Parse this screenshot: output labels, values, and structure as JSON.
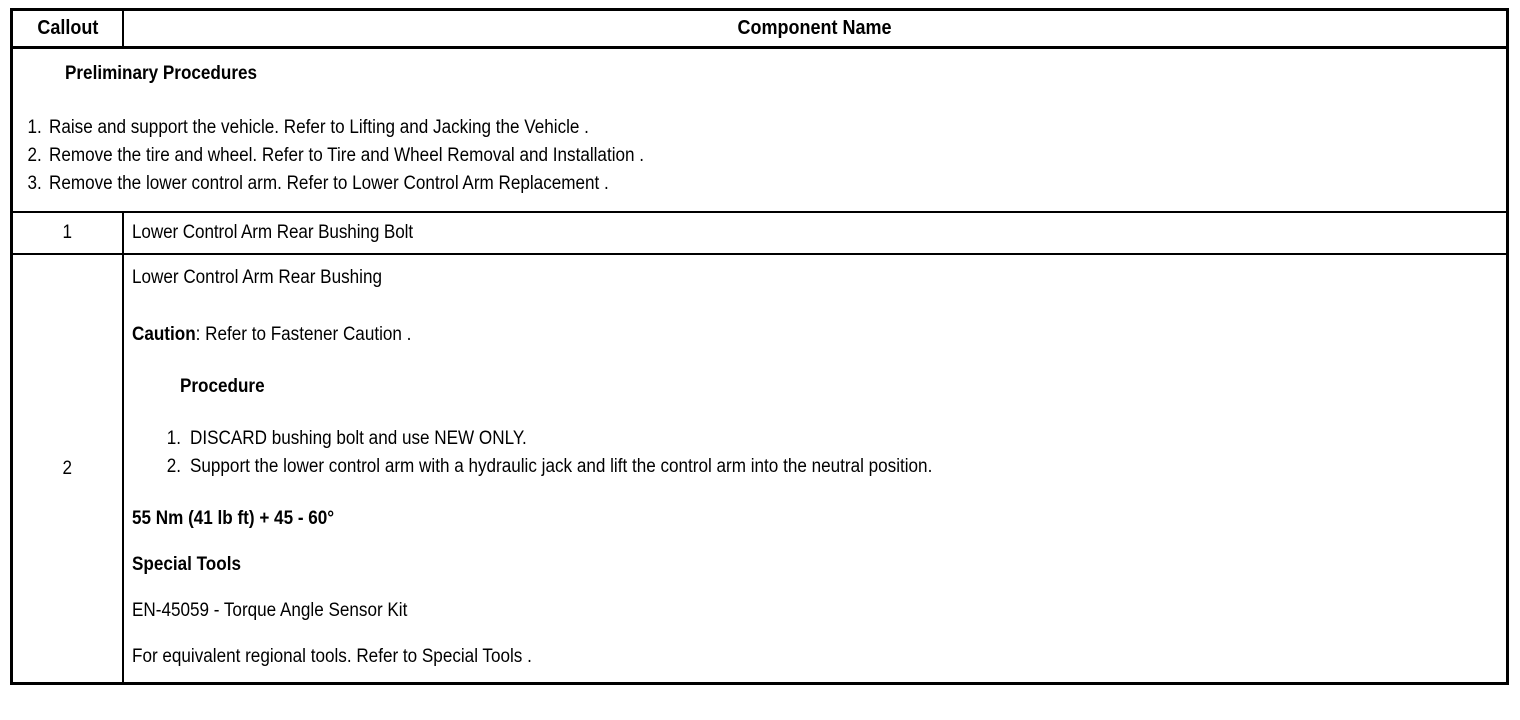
{
  "document": {
    "type": "service-manual-component-table",
    "table": {
      "columns": [
        "Callout",
        "Component Name"
      ],
      "header": {
        "callout_label": "Callout",
        "component_label": "Component Name"
      },
      "preliminary": {
        "heading": "Preliminary Procedures",
        "steps": [
          {
            "num": "1.",
            "text": "Raise and support the vehicle. Refer to Lifting and Jacking the Vehicle ."
          },
          {
            "num": "2.",
            "text": "Remove the tire and wheel. Refer to Tire and Wheel Removal and Installation ."
          },
          {
            "num": "3.",
            "text": "Remove the lower control arm. Refer to Lower Control Arm Replacement ."
          }
        ]
      },
      "rows": [
        {
          "callout": "1",
          "name": "Lower Control Arm Rear Bushing Bolt"
        },
        {
          "callout": "2",
          "name": "Lower Control Arm Rear Bushing",
          "caution_label": "Caution",
          "caution_text": ": Refer to Fastener Caution .",
          "procedure_heading": "Procedure",
          "procedure_steps": [
            {
              "num": "1.",
              "text": "DISCARD bushing bolt and use NEW ONLY."
            },
            {
              "num": "2.",
              "text": "Support the lower control arm with a hydraulic jack and lift the control arm into the neutral position."
            }
          ],
          "torque_spec": "55 Nm (41 lb ft) + 45 - 60°",
          "special_tools_heading": "Special Tools",
          "special_tool": "EN-45059 - Torque Angle Sensor Kit",
          "special_tools_note": "For equivalent regional tools. Refer to Special Tools ."
        }
      ]
    },
    "colors": {
      "border": "#000000",
      "text": "#000000",
      "background": "#ffffff"
    }
  }
}
